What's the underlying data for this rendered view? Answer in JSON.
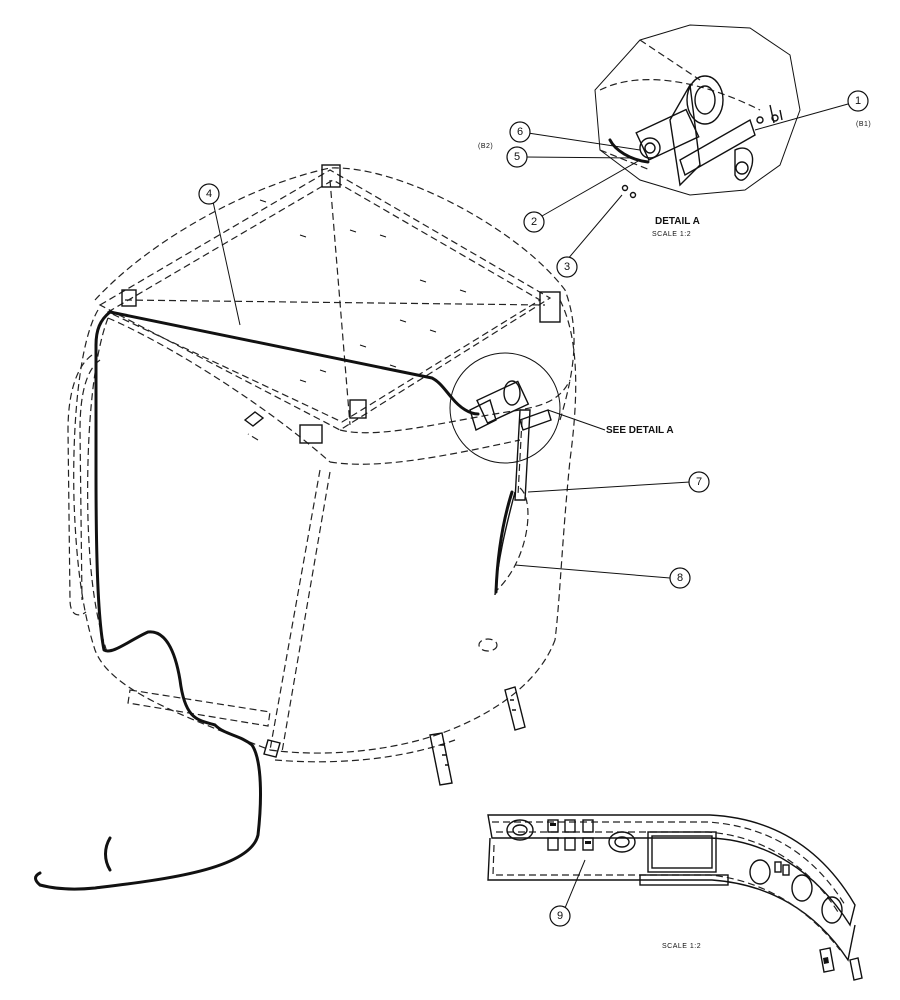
{
  "balloons": [
    "1",
    "2",
    "3",
    "4",
    "5",
    "6",
    "7",
    "8",
    "9"
  ],
  "notes": {
    "b1": "(B1)",
    "b2": "(B2)",
    "detail_title": "DETAIL  A",
    "detail_scale": "SCALE  1:2",
    "see_detail": "SEE DETAIL  A",
    "bottom_scale": "SCALE  1:2"
  }
}
